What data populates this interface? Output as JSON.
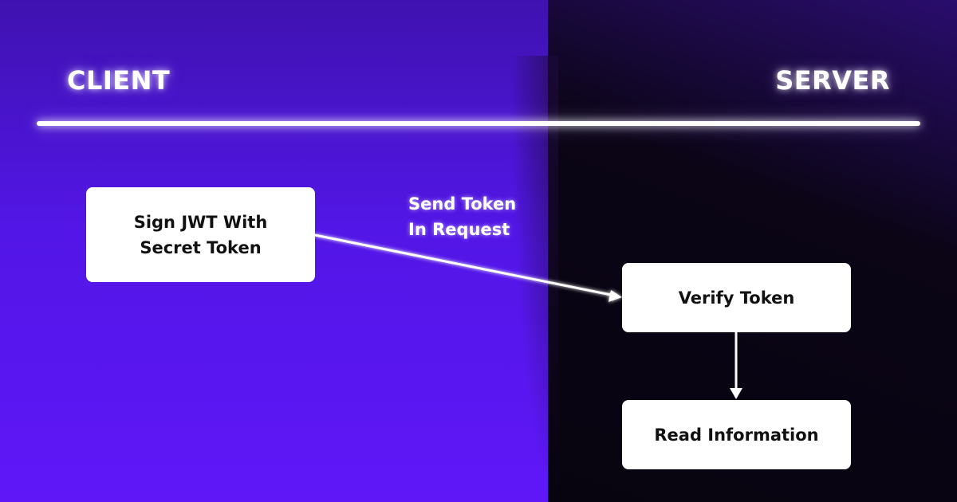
{
  "zones": {
    "client": "CLIENT",
    "server": "SERVER"
  },
  "nodes": {
    "sign": "Sign JWT With\nSecret Token",
    "verify": "Verify Token",
    "read": "Read Information"
  },
  "edges": {
    "send": "Send Token\nIn Request"
  },
  "colors": {
    "client_bg": "#5b17f2",
    "server_bg": "#0b0516",
    "node_bg": "#ffffff",
    "text_light": "#ffffff",
    "text_dark": "#111111"
  }
}
